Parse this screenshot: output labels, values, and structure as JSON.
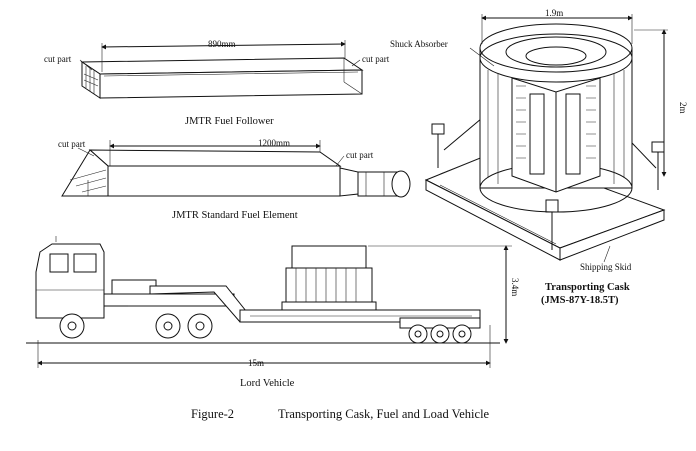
{
  "follower": {
    "length": "890mm",
    "cut_left": "cut part",
    "cut_right": "cut part",
    "title": "JMTR Fuel Follower"
  },
  "element": {
    "length": "1200mm",
    "cut_left": "cut part",
    "cut_right": "cut part",
    "title": "JMTR Standard Fuel Element"
  },
  "cask": {
    "width": "1.9m",
    "height": "2m",
    "shock_absorber": "Shuck Absorber",
    "skid": "Shipping Skid",
    "title": "Transporting Cask",
    "model": "(JMS-87Y-18.5T)"
  },
  "vehicle": {
    "length": "15m",
    "height": "3.4m",
    "title": "Lord Vehicle"
  },
  "figure": {
    "number": "Figure-2",
    "caption": "Transporting Cask, Fuel and Load Vehicle"
  }
}
